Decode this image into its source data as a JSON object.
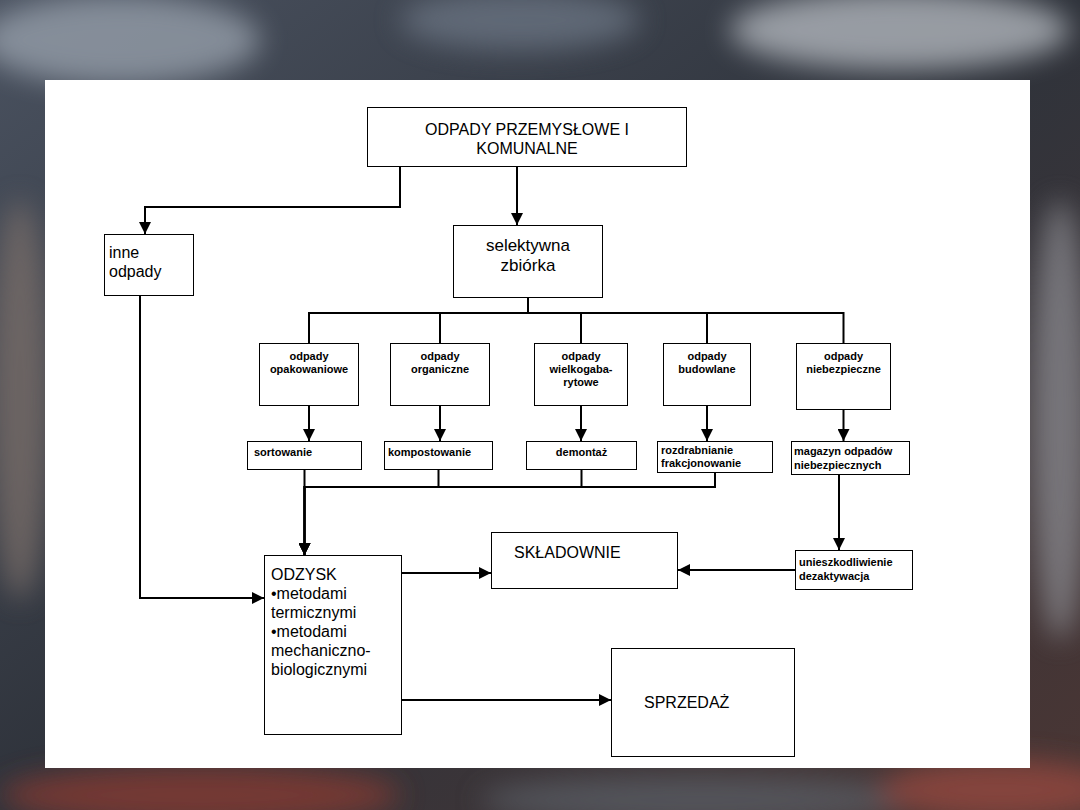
{
  "diagram": {
    "nodes": [
      {
        "text": [
          "ODPADY PRZEMYSŁOWE I KOMUNALNE"
        ]
      },
      {
        "text": [
          "inne odpady"
        ]
      },
      {
        "text": [
          "selektywna zbiórka"
        ]
      },
      {
        "text": [
          "odpady opakowaniowe"
        ]
      },
      {
        "text": [
          "odpady organiczne"
        ]
      },
      {
        "text": [
          "odpady wielkogaba- rytowe"
        ]
      },
      {
        "text": [
          "odpady budowlane"
        ]
      },
      {
        "text": [
          "odpady niebezpieczne"
        ]
      },
      {
        "text": [
          "sortowanie"
        ]
      },
      {
        "text": [
          "kompostowanie"
        ]
      },
      {
        "text": [
          "demontaż"
        ]
      },
      {
        "text": [
          "rozdrabnianie frakcjonowanie"
        ]
      },
      {
        "text": [
          "magazyn odpadów niebezpiecznych"
        ]
      },
      {
        "text": [
          "ODZYSK",
          "•metodami termicznymi",
          "•metodami mechaniczno- biologicznymi"
        ]
      },
      {
        "text": [
          "SKŁADOWNIE"
        ]
      },
      {
        "text": [
          "unieszkodliwienie dezaktywacja"
        ]
      },
      {
        "text": [
          "SPRZEDAŻ"
        ]
      }
    ],
    "edges": [
      {
        "from": 0,
        "to": 1,
        "arrow": "to"
      },
      {
        "from": 0,
        "to": 2,
        "arrow": "to"
      },
      {
        "from": 2,
        "to": 3,
        "arrow": "none"
      },
      {
        "from": 2,
        "to": 4,
        "arrow": "none"
      },
      {
        "from": 2,
        "to": 5,
        "arrow": "none"
      },
      {
        "from": 2,
        "to": 6,
        "arrow": "none"
      },
      {
        "from": 2,
        "to": 7,
        "arrow": "none"
      },
      {
        "from": 3,
        "to": 8,
        "arrow": "to"
      },
      {
        "from": 4,
        "to": 9,
        "arrow": "to"
      },
      {
        "from": 5,
        "to": 10,
        "arrow": "to"
      },
      {
        "from": 6,
        "to": 11,
        "arrow": "to"
      },
      {
        "from": 7,
        "to": 12,
        "arrow": "to"
      },
      {
        "from": 8,
        "to": 13,
        "arrow": "to"
      },
      {
        "from": 9,
        "to": 13,
        "arrow": "to"
      },
      {
        "from": 10,
        "to": 13,
        "arrow": "to"
      },
      {
        "from": 11,
        "to": 13,
        "arrow": "to"
      },
      {
        "from": 1,
        "to": 13,
        "arrow": "to"
      },
      {
        "from": 12,
        "to": 15,
        "arrow": "to"
      },
      {
        "from": 15,
        "to": 14,
        "arrow": "to"
      },
      {
        "from": 13,
        "to": 14,
        "arrow": "to"
      },
      {
        "from": 13,
        "to": 16,
        "arrow": "to"
      }
    ]
  }
}
